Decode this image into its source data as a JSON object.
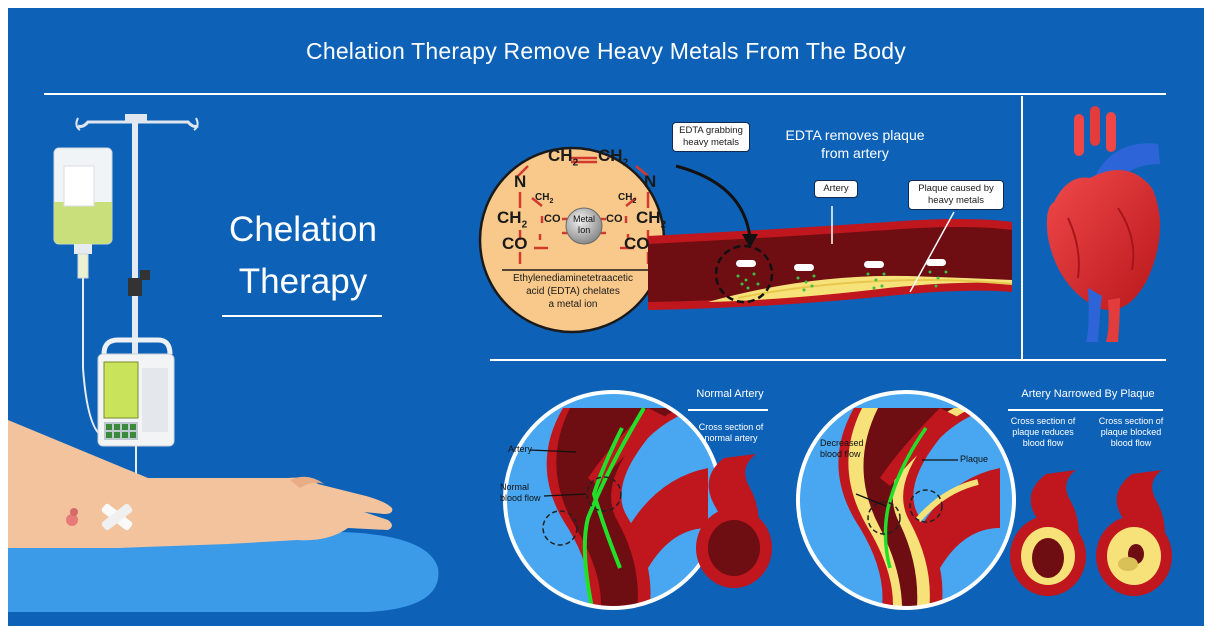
{
  "title": "Chelation Therapy Remove Heavy Metals From The Body",
  "side_title": {
    "line1": "Chelation",
    "line2": "Therapy"
  },
  "edta": {
    "callout_grab": "EDTA grabbing heavy metals",
    "heading_line1": "EDTA removes plaque",
    "heading_line2": "from artery",
    "artery_label": "Artery",
    "plaque_label": "Plaque caused by heavy metals",
    "molecule": {
      "ch2": "CH",
      "sub2": "2",
      "n": "N",
      "co": "CO",
      "metal_line1": "Metal",
      "metal_line2": "Ion",
      "caption_line1": "Ethylenediaminetetraacetic",
      "caption_line2": "acid (EDTA) chelates",
      "caption_line3": "a metal ion"
    }
  },
  "normal": {
    "heading": "Normal Artery",
    "cross_line1": "Cross section of",
    "cross_line2": "normal artery",
    "artery": "Artery",
    "flow_line1": "Normal",
    "flow_line2": "blood flow"
  },
  "narrowed": {
    "heading": "Artery Narrowed By Plaque",
    "decreased_line1": "Decreased",
    "decreased_line2": "blood flow",
    "plaque": "Plaque",
    "reduces_line1": "Cross section of",
    "reduces_line2": "plaque reduces",
    "reduces_line3": "blood flow",
    "blocked_line1": "Cross section of",
    "blocked_line2": "plaque blocked",
    "blocked_line3": "blood flow"
  },
  "colors": {
    "background": "#0d62b8",
    "artery_red": "#c0161d",
    "blood_dark": "#6e0d12",
    "plaque_yellow": "#f7e27a",
    "flow_green": "#22e02a",
    "molecule_bg": "#f8c98a",
    "iv_fluid": "#c8df7c"
  }
}
